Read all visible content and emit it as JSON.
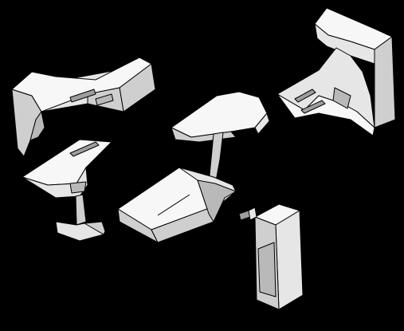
{
  "scene": {
    "background": "#000000",
    "face_light": "#f7f7f7",
    "face_mid": "#e6e6e6",
    "face_shade": "#cfcfcf",
    "face_dark": "#b9b9b9",
    "edge_color": "#000000"
  },
  "parts": [
    {
      "id": "part-1",
      "description_hidden": ""
    },
    {
      "id": "part-2"
    },
    {
      "id": "part-3"
    },
    {
      "id": "part-4"
    },
    {
      "id": "part-5"
    },
    {
      "id": "part-6"
    }
  ]
}
